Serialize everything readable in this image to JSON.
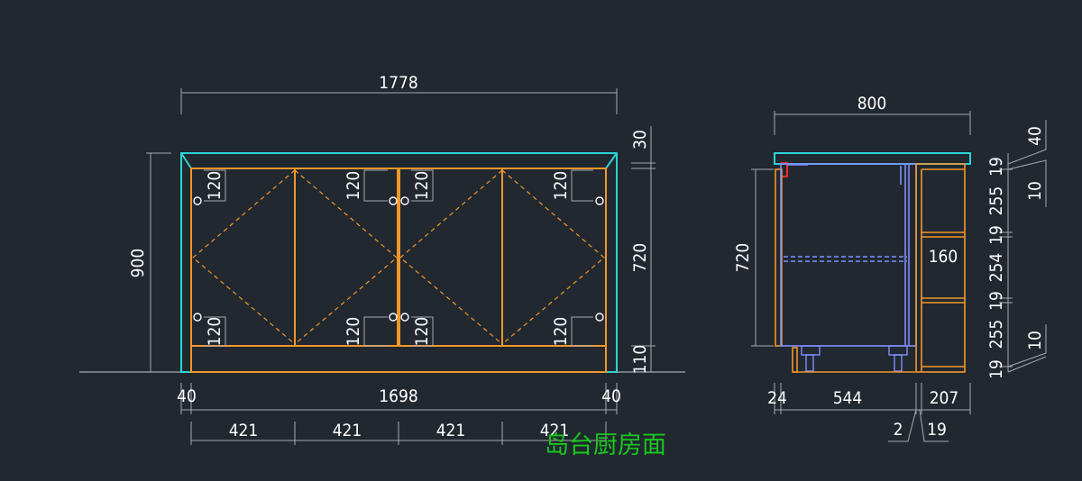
{
  "drawing": {
    "title": "岛台厨房面",
    "colors": {
      "background": "#212830",
      "dimension": "#a8a8b0",
      "counter_top": "#2ad4d6",
      "cabinet": "#f3962a",
      "side_blue": "#7f8fff",
      "accent_red": "#ff2a2a",
      "title": "#19c81e"
    }
  },
  "front_view": {
    "dims": {
      "overall_width": "1778",
      "top_thickness": "30",
      "cabinet_height": "720",
      "plinth_height": "110",
      "overall_height": "900",
      "side_left": "40",
      "inner_width": "1698",
      "side_right": "40",
      "door_widths": [
        "421",
        "421",
        "421",
        "421"
      ],
      "hinge_offset": "120"
    }
  },
  "side_view": {
    "dims": {
      "overall_depth": "800",
      "cabinet_height": "720",
      "right_stack": [
        "19",
        "255",
        "19",
        "254",
        "19",
        "255",
        "19"
      ],
      "shelf_gap": "160",
      "top_overhang": "40",
      "gap_a": "10",
      "gap_b": "10",
      "bottom_a": "24",
      "bottom_b": "544",
      "bottom_c": "207",
      "bottom_d": "2",
      "bottom_e": "19"
    }
  }
}
